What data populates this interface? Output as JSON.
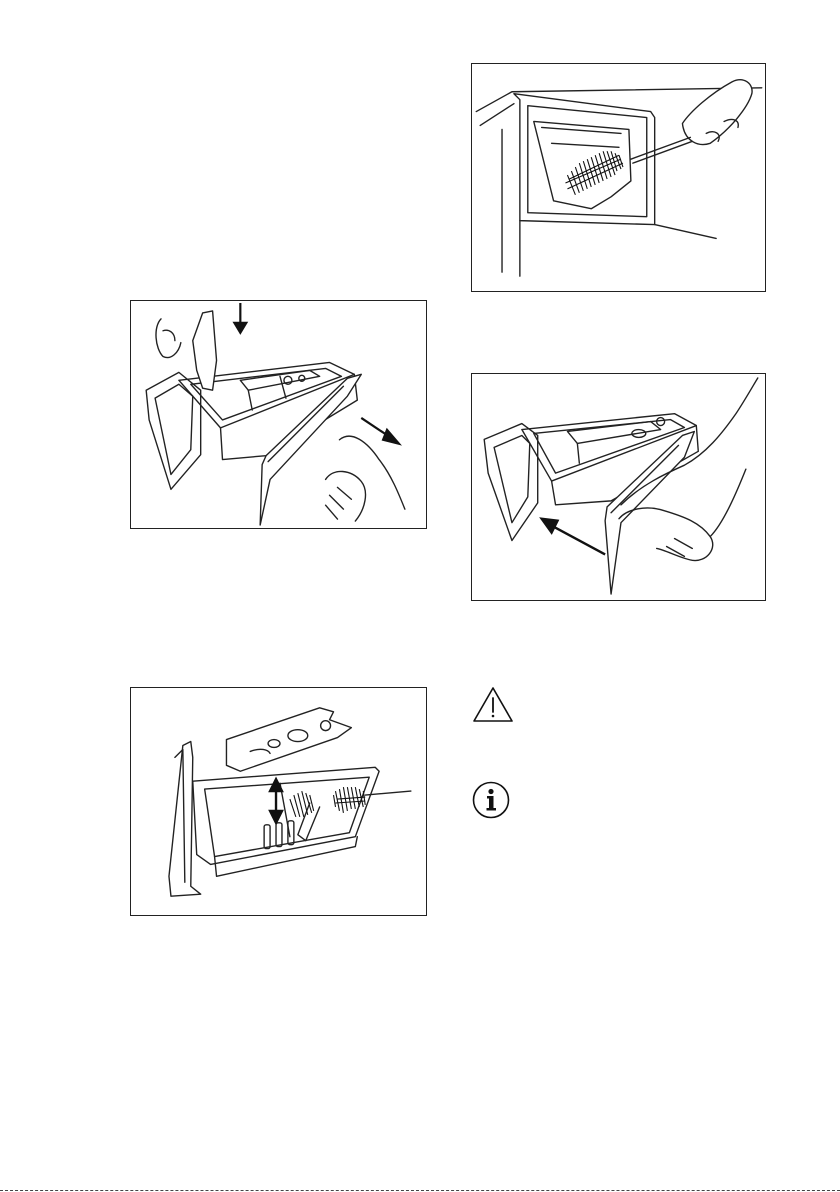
{
  "figures": [
    {
      "id": "fig1",
      "icon": "dispenser-release-illustration"
    },
    {
      "id": "fig2",
      "icon": "dispenser-cleaning-brush-illustration"
    },
    {
      "id": "fig3",
      "icon": "recess-cleaning-brush-illustration"
    },
    {
      "id": "fig4",
      "icon": "dispenser-insert-illustration"
    }
  ],
  "symbols": {
    "warning": "warning-triangle-icon",
    "info": "information-icon"
  },
  "colors": {
    "line": "#222222",
    "brush": "#111111",
    "background": "#ffffff"
  }
}
